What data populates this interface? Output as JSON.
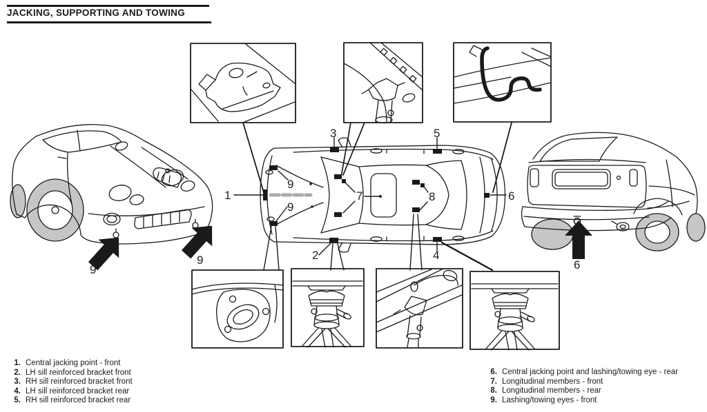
{
  "page": {
    "title": "JACKING, SUPPORTING AND TOWING",
    "colors": {
      "ink": "#1a1a1a",
      "wheel_shade": "#c6c6c6",
      "crossmember_gray": "#aaaaaa",
      "background": "#ffffff"
    }
  },
  "diagram_labels": {
    "n1": "1",
    "n2": "2",
    "n3": "3",
    "n4": "4",
    "n5": "5",
    "n6": "6",
    "n7": "7",
    "n8": "8",
    "n9": "9"
  },
  "legend": {
    "left": [
      {
        "num": "1.",
        "text": "Central jacking point - front"
      },
      {
        "num": "2.",
        "text": "LH sill reinforced bracket front"
      },
      {
        "num": "3.",
        "text": "RH sill reinforced bracket front"
      },
      {
        "num": "4.",
        "text": "LH sill reinforced bracket rear"
      },
      {
        "num": "5.",
        "text": "RH sill reinforced bracket rear"
      }
    ],
    "right": [
      {
        "num": "6.",
        "text": "Central jacking point and lashing/towing eye - rear"
      },
      {
        "num": "7.",
        "text": "Longitudinal members - front"
      },
      {
        "num": "8.",
        "text": "Longitudinal members - rear"
      },
      {
        "num": "9.",
        "text": "Lashing/towing eyes - front"
      }
    ]
  },
  "illustrations": {
    "left_car": "front-three-quarter-car-view",
    "center_car": "plan-view-car",
    "right_car": "rear-three-quarter-car-view",
    "callout_top_left": "sill-reinforced-bracket-detail",
    "callout_top_middle": "jack-head-on-longitudinal-member-detail",
    "callout_top_right": "rear-lashing-towing-eye-detail",
    "callout_bottom_1": "front-lashing-eye-mounting-plate-detail",
    "callout_bottom_2": "axle-stand-under-front-sill-detail",
    "callout_bottom_3": "jack-head-on-rear-member-detail",
    "callout_bottom_4": "axle-stand-under-rear-sill-detail"
  }
}
